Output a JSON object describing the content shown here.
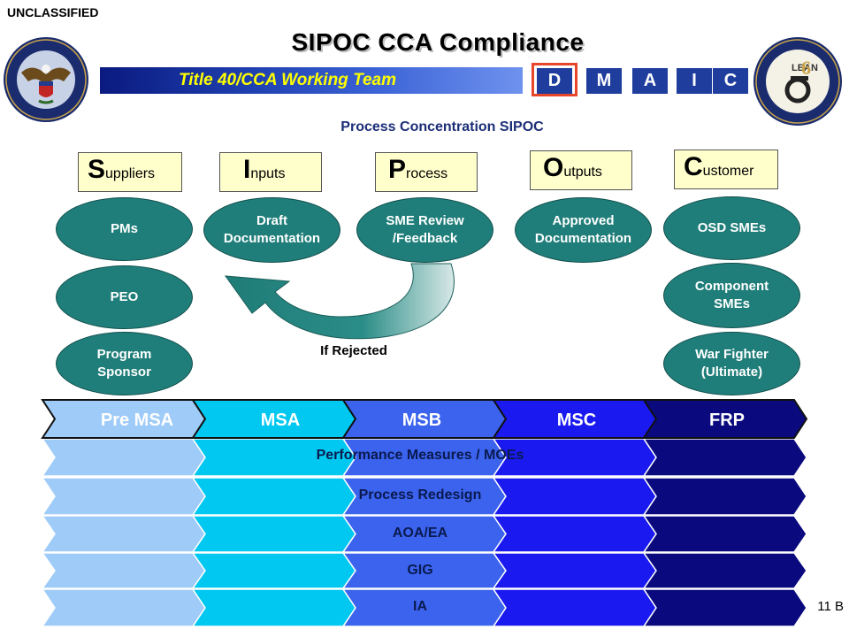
{
  "classification": "UNCLASSIFIED",
  "title": "SIPOC CCA Compliance",
  "banner": "Title 40/CCA Working Team",
  "dmaic": [
    "D",
    "M",
    "A",
    "I",
    "C"
  ],
  "dmaic_highlighted": "D",
  "subtitle": "Process Concentration SIPOC",
  "headers": {
    "suppliers": {
      "big": "S",
      "rest": "uppliers"
    },
    "inputs": {
      "big": "I",
      "rest": "nputs"
    },
    "process": {
      "big": "P",
      "rest": "rocess"
    },
    "outputs": {
      "big": "O",
      "rest": "utputs"
    },
    "customer": {
      "big": "C",
      "rest": "ustomer"
    }
  },
  "suppliers": [
    "PMs",
    "PEO",
    "Program\nSponsor"
  ],
  "inputs": [
    "Draft\nDocumentation"
  ],
  "process": [
    "SME Review\n/Feedback"
  ],
  "outputs": [
    "Approved\nDocumentation"
  ],
  "customers": [
    "OSD SMEs",
    "Component\nSMEs",
    "War Fighter\n(Ultimate)"
  ],
  "feedback_label": "If Rejected",
  "phases": [
    "Pre MSA",
    "MSA",
    "MSB",
    "MSC",
    "FRP"
  ],
  "phase_colors": [
    "#9ecbf7",
    "#00c8f0",
    "#3b63ee",
    "#1a1af0",
    "#0a0a7e"
  ],
  "rows": [
    "Performance Measures / MOEs",
    "Process Redesign",
    "AOA/EA",
    "GIG",
    "IA"
  ],
  "slide_number": "11 B",
  "colors": {
    "oval": "#207e7a",
    "header_box": "#ffffcc",
    "accent_box": "#e7462a",
    "banner_text": "#ffff00"
  },
  "icons": [
    "department-of-defense-seal-icon",
    "lean-six-sigma-seal-icon",
    "curved-arrow-icon"
  ]
}
